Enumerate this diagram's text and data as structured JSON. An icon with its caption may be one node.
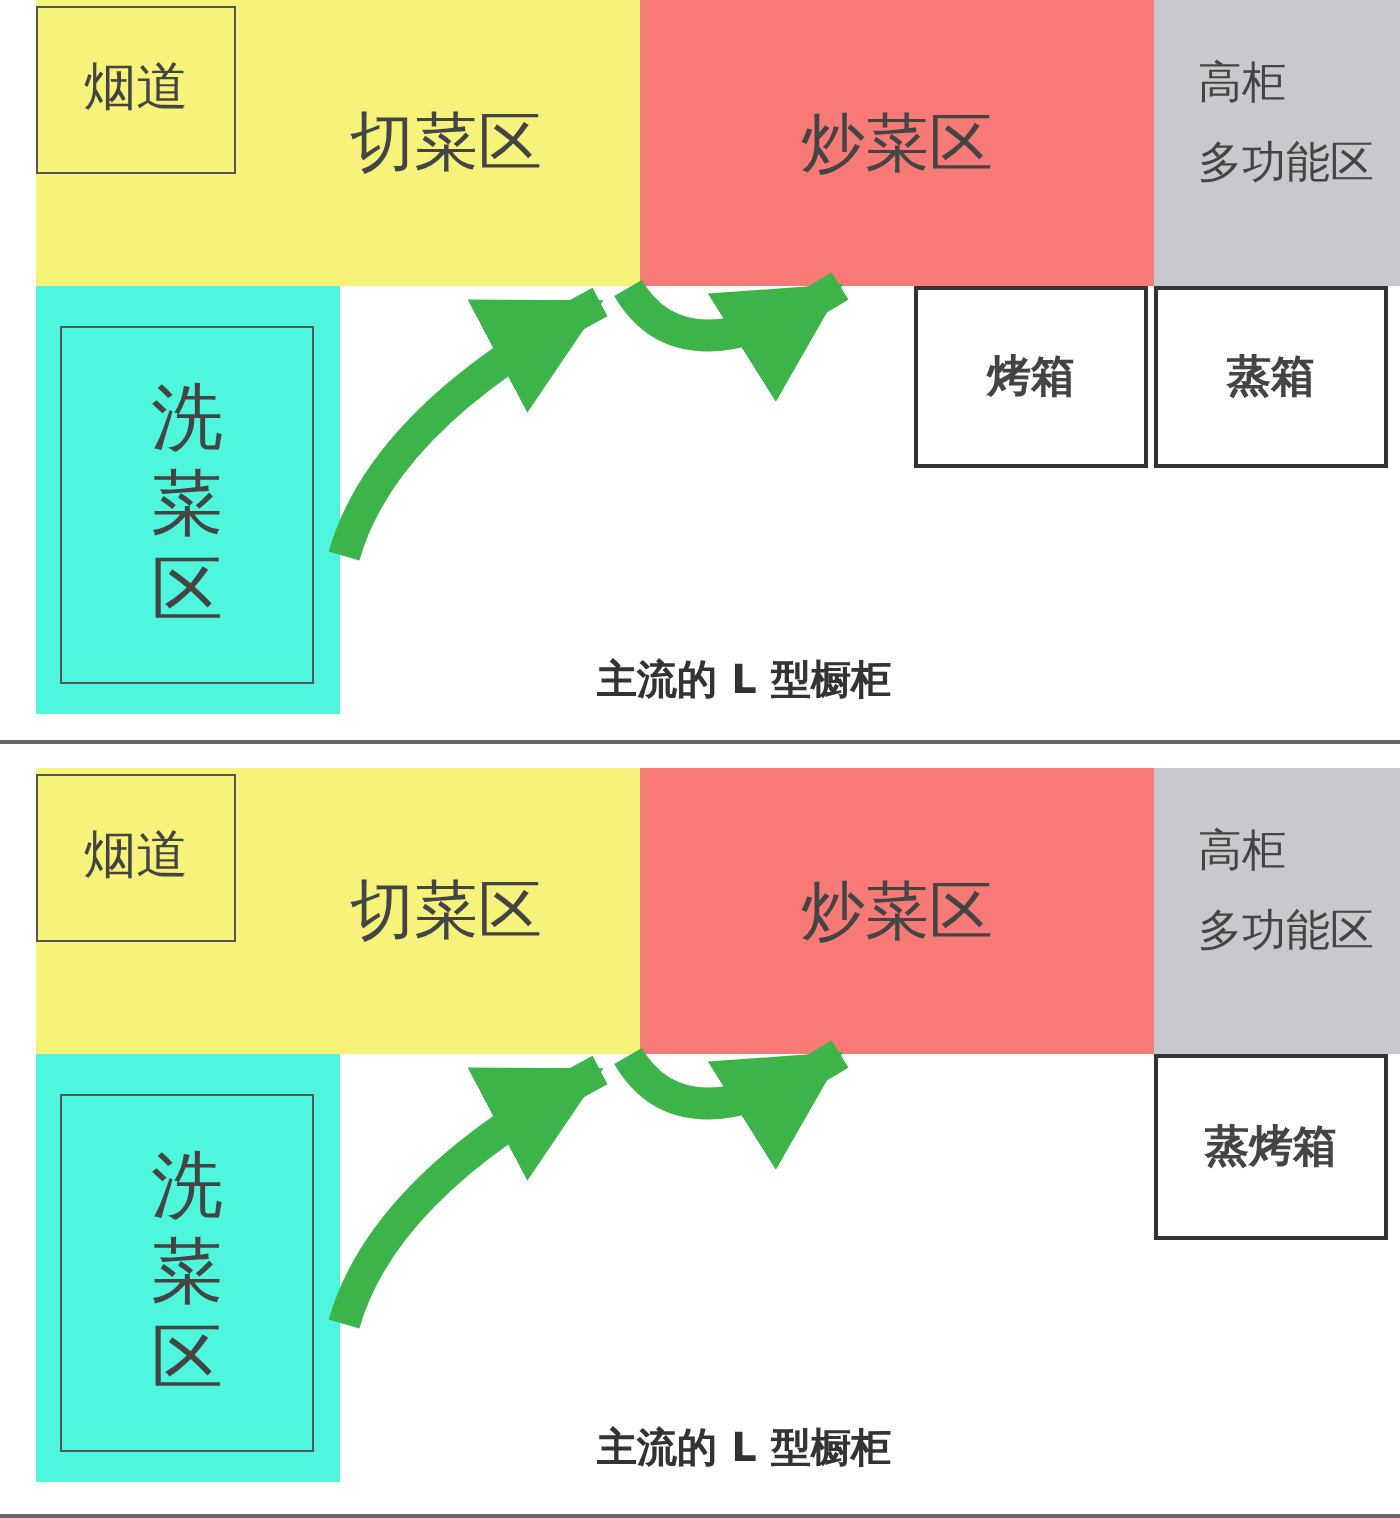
{
  "diagram": {
    "nodes": [
      {
        "text": [
          "切菜区"
        ]
      },
      {
        "text": [
          "烟道"
        ],
        "in": 0
      },
      {
        "text": [
          "炒菜区"
        ]
      },
      {
        "text": [
          "高柜",
          "多功能区"
        ]
      },
      {
        "text": [],
        "shape": "box"
      },
      {
        "text": [
          "洗菜区"
        ],
        "in": 4
      },
      {
        "text": [
          "烤箱"
        ]
      },
      {
        "text": [
          "蒸箱"
        ]
      },
      {
        "text": [
          "切菜区"
        ]
      },
      {
        "text": [
          "烟道"
        ],
        "in": 8
      },
      {
        "text": [
          "炒菜区"
        ]
      },
      {
        "text": [
          "高柜",
          "多功能区"
        ]
      },
      {
        "text": [],
        "shape": "box"
      },
      {
        "text": [
          "洗菜区"
        ],
        "in": 12
      },
      {
        "text": [
          "蒸烤箱"
        ]
      }
    ],
    "edges": [
      {
        "from": 4,
        "to": 0,
        "arrow": "to"
      },
      {
        "from": 0,
        "to": 2,
        "arrow": "to"
      },
      {
        "from": 12,
        "to": 8,
        "arrow": "to"
      },
      {
        "from": 8,
        "to": 10,
        "arrow": "to"
      }
    ],
    "labels": [
      "主流的 L 型橱柜",
      "主流的 L 型橱柜"
    ]
  }
}
